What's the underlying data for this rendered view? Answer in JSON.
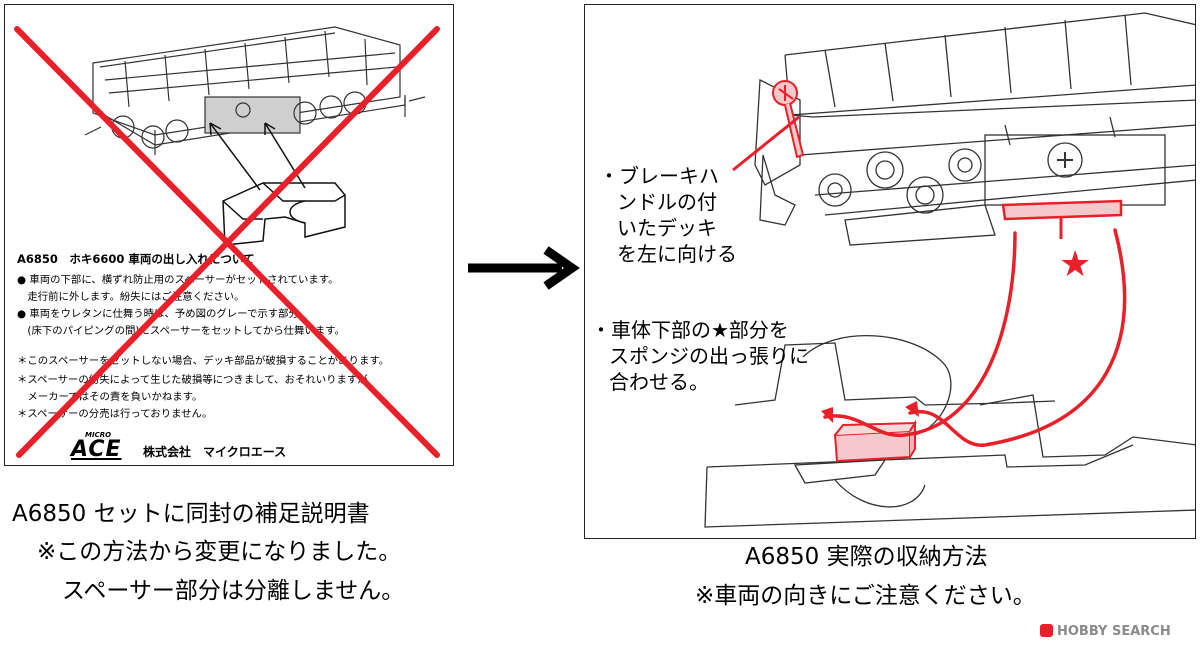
{
  "left_sheet": {
    "title": "A6850　ホキ6600 車両の出し入れについて",
    "lines": [
      "● 車両の下部に、横ずれ防止用のスペーサーがセットされています。",
      "　走行前に外します。紛失にはご注意ください。",
      "● 車両をウレタンに仕舞う時は、予め図のグレーで示す部分",
      "　(床下のパイピングの間)にスペーサーをセットしてから仕舞います。",
      "＊このスペーサーをセットしない場合、デッキ部品が破損することがあります。",
      "＊スペーサーの紛失によって生じた破損等につきまして、おそれいりますが",
      "　メーカーではその責を負いかねます。",
      "＊スペーサーの分売は行っておりません。"
    ],
    "brand_top": "MICRO",
    "brand_main": "ACE",
    "company": "株式会社　マイクロエース"
  },
  "left_caption": {
    "line1": "A6850 セットに同封の補足説明書",
    "line2": "※この方法から変更になりました。",
    "line3": "スペーサー部分は分離しません。"
  },
  "right_notes": {
    "brake": [
      "・ブレーキハ",
      "ンドルの付",
      "いたデッキ",
      "を左に向ける"
    ],
    "star": [
      "・車体下部の★部分を",
      "スポンジの出っ張りに",
      "合わせる。"
    ],
    "star_mark": "★"
  },
  "right_caption": {
    "line1": "A6850 実際の収納方法",
    "line2": "※車両の向きにご注意ください。"
  },
  "watermark": "HOBBY SEARCH",
  "colors": {
    "accent_red": "#e8202a",
    "frame": "#222222",
    "ink": "#000000"
  }
}
